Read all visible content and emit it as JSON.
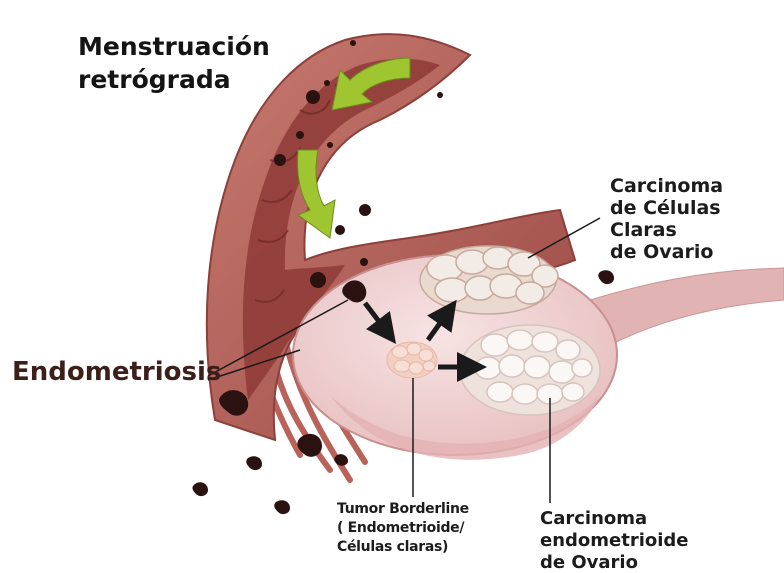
{
  "labels": {
    "retrograde": "Menstruación\nretrógrada",
    "endometriosis": "Endometriosis",
    "clear_cell": "Carcinoma\nde Células Claras\n de Ovario",
    "borderline": "Tumor Borderline\n( Endometrioide/\nCélulas claras)",
    "endometrioid": "Carcinoma\nendometrioide\n de Ovario"
  },
  "colors": {
    "tube_wall": "#b8655c",
    "tube_lumen": "#8e3a36",
    "ovary": "#f1d3d4",
    "tumor_cells": "#f5f0ec",
    "arrow_green": "#9fc531",
    "blood_clot": "#2a1210",
    "label_endometriosis": "#3d1f1a"
  }
}
